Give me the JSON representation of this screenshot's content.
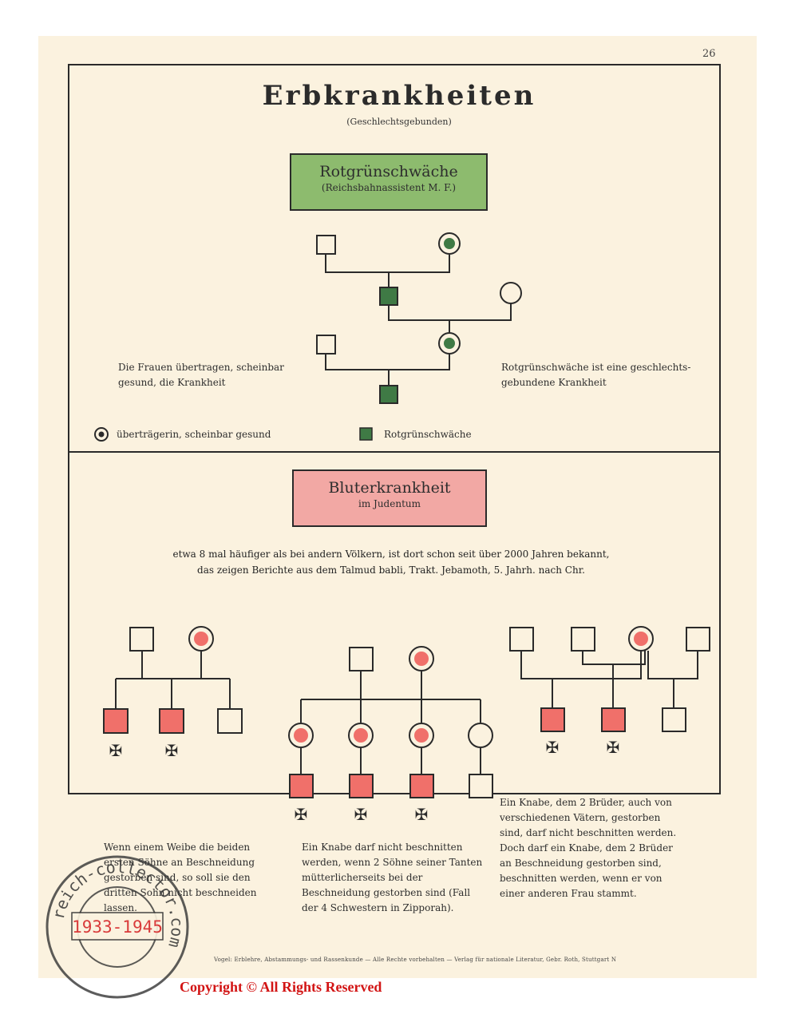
{
  "page_number": "26",
  "title": "Erbkrankheiten",
  "subtitle": "(Geschlechtsgebunden)",
  "section1": {
    "box_title": "Rotgrünschwäche",
    "box_subtitle": "(Reichsbahnassistent M. F.)",
    "note_left": "Die Frauen übertragen, scheinbar gesund, die Krankheit",
    "note_right": "Rotgrünschwäche ist eine geschlechts-gebundene Krankheit",
    "legend": {
      "carrier_label": "überträgerin, scheinbar gesund",
      "affected_label": "Rotgrünschwäche"
    }
  },
  "section2": {
    "box_title": "Bluterkrankheit",
    "box_subtitle": "im Judentum",
    "intro_line1": "etwa 8 mal häufiger als bei andern Völkern, ist dort schon seit über 2000 Jahren bekannt,",
    "intro_line2": "das zeigen Berichte aus dem Talmud babli, Trakt. Jebamoth, 5. Jahrh. nach Chr.",
    "caption_left": "Wenn einem Weibe die beiden ersten Söhne an Beschneidung gestorben sind, so soll sie den dritten Sohn nicht beschneiden lassen.",
    "caption_center": "Ein Knabe darf nicht beschnitten werden, wenn 2 Söhne seiner Tanten mütterlicherseits bei der Beschneidung gestorben sind (Fall der 4 Schwestern in Zipporah).",
    "caption_right": "Ein Knabe, dem 2 Brüder, auch von verschiedenen Vätern, gestorben sind, darf nicht beschnitten werden. Doch darf ein Knabe, dem 2 Brüder an Beschneidung gestorben sind, beschnitten werden, wenn er von einer anderen Frau stammt."
  },
  "footer": "Vogel: Erblehre, Abstammungs- und Rassenkunde — Alle Rechte vorbehalten — Verlag für nationale Literatur, Gebr. Roth, Stuttgart N",
  "stamp": {
    "ring_text": "reich-collector.com",
    "years": "1933-1945"
  },
  "copyright": "Copyright © All Rights Reserved",
  "colors": {
    "paper": "#fbf2df",
    "green": "#3f7a45",
    "green_box": "#8dbb6e",
    "red": "#f0706a",
    "red_box": "#f2a8a4",
    "line": "#2a2a2a",
    "copyright": "#d21414"
  }
}
